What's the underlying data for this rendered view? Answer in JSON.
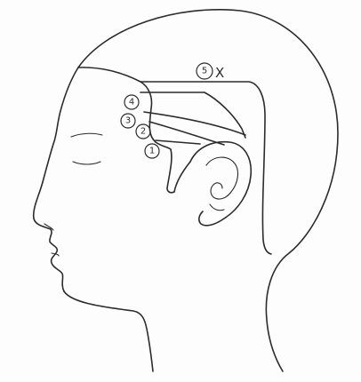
{
  "colors": {
    "line": "#2b2b2b",
    "paper": "#fdfdfd"
  },
  "markers": [
    {
      "id": "1",
      "label": "1"
    },
    {
      "id": "2",
      "label": "2"
    },
    {
      "id": "3",
      "label": "3"
    },
    {
      "id": "4",
      "label": "4"
    },
    {
      "id": "5",
      "label": "5",
      "suffix": "X"
    }
  ]
}
